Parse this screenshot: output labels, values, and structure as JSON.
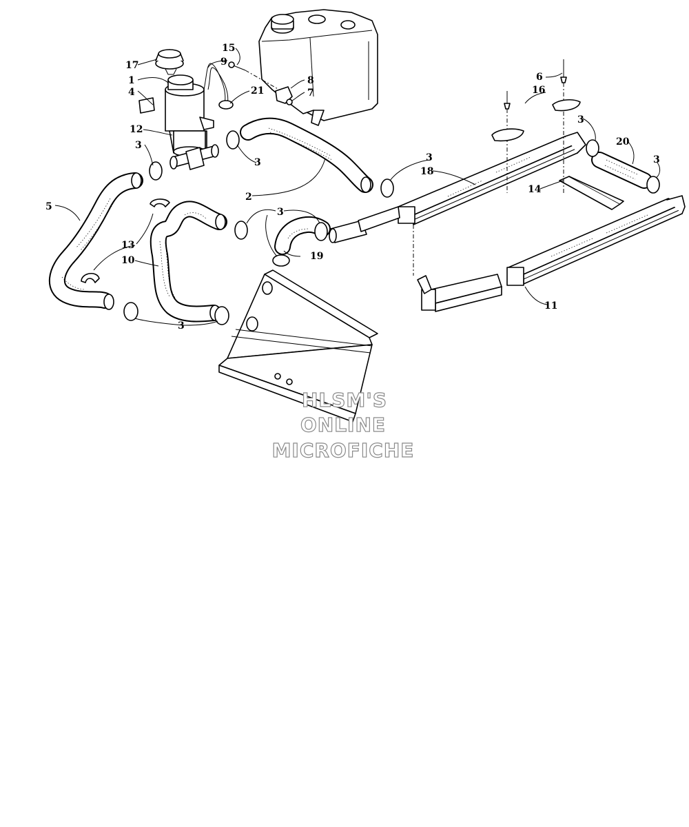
{
  "watermark": {
    "line1": "HLSM'S",
    "line2": "ONLINE",
    "line3": "MICROFICHE"
  },
  "callouts": {
    "c1": "1",
    "c2": "2",
    "c3a": "3",
    "c3b": "3",
    "c3c": "3",
    "c3d": "3",
    "c3e": "3",
    "c3f": "3",
    "c3g": "3",
    "c4": "4",
    "c5": "5",
    "c6": "6",
    "c7": "7",
    "c8": "8",
    "c9": "9",
    "c10": "10",
    "c11": "11",
    "c12": "12",
    "c13": "13",
    "c14": "14",
    "c15": "15",
    "c16": "16",
    "c17": "17",
    "c18": "18",
    "c19": "19",
    "c20": "20",
    "c21": "21"
  }
}
